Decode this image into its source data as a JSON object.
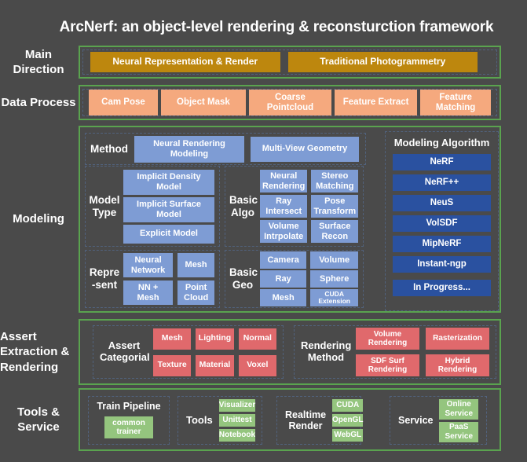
{
  "colors": {
    "background": "#4a4a4a",
    "section_border": "#5aa34f",
    "dashed_border": "#51627d",
    "gold": "#bd870e",
    "salmon": "#f5a97e",
    "light_blue": "#7e9cd4",
    "dark_blue": "#2a51a0",
    "red": "#e0696c",
    "green": "#94c57e",
    "text": "#ffffff"
  },
  "title": "ArcNerf: an object-level rendering & reconsturction framework",
  "main_direction": {
    "side_label": "Main Direction",
    "boxes": [
      "Neural Representation & Render",
      "Traditional Photogrammetry"
    ]
  },
  "data_process": {
    "side_label": "Data Process",
    "boxes": [
      "Cam Pose",
      "Object Mask",
      "Coarse Pointcloud",
      "Feature Extract",
      "Feature Matching"
    ]
  },
  "modeling": {
    "side_label": "Modeling",
    "method": {
      "label": "Method",
      "boxes": [
        "Neural Rendering Modeling",
        "Multi-View Geometry"
      ]
    },
    "algorithms": {
      "title": "Modeling Algorithm",
      "items": [
        "NeRF",
        "NeRF++",
        "NeuS",
        "VolSDF",
        "MipNeRF",
        "Instant-ngp"
      ],
      "progress": "In Progress..."
    },
    "model_type": {
      "label": "Model Type",
      "boxes": [
        "Implicit Density Model",
        "Implicit Surface Model",
        "Explicit Model"
      ]
    },
    "basic_algo": {
      "label": "Basic Algo",
      "boxes": [
        "Neural Rendering",
        "Stereo Matching",
        "Ray Intersect",
        "Pose Transform",
        "Volume Intrpolate",
        "Surface Recon"
      ]
    },
    "represent": {
      "label_line1": "Repre",
      "label_line2": "-sent",
      "boxes": [
        "Neural Network",
        "Mesh",
        "NN + Mesh",
        "Point Cloud"
      ]
    },
    "basic_geo": {
      "label": "Basic Geo",
      "boxes": [
        "Camera",
        "Volume",
        "Ray",
        "Sphere",
        "Mesh",
        "CUDA Extension"
      ]
    }
  },
  "assert_section": {
    "side_label": "Assert Extraction & Rendering",
    "categorial": {
      "label": "Assert Categorial",
      "boxes": [
        "Mesh",
        "Lighting",
        "Normal",
        "Texture",
        "Material",
        "Voxel"
      ]
    },
    "rendering_method": {
      "label": "Rendering Method",
      "boxes": [
        "Volume Rendering",
        "Rasterization",
        "SDF Surf Rendering",
        "Hybrid Rendering"
      ]
    }
  },
  "tools_service": {
    "side_label": "Tools & Service",
    "train_pipeline": {
      "label": "Train Pipeline",
      "boxes": [
        "common trainer"
      ]
    },
    "tools": {
      "label": "Tools",
      "boxes": [
        "Visualizer",
        "Unittest",
        "Notebook"
      ]
    },
    "realtime_render": {
      "label": "Realtime Render",
      "boxes": [
        "CUDA",
        "OpenGL",
        "WebGL"
      ]
    },
    "service": {
      "label": "Service",
      "boxes": [
        "Online Service",
        "PaaS Service"
      ]
    }
  }
}
